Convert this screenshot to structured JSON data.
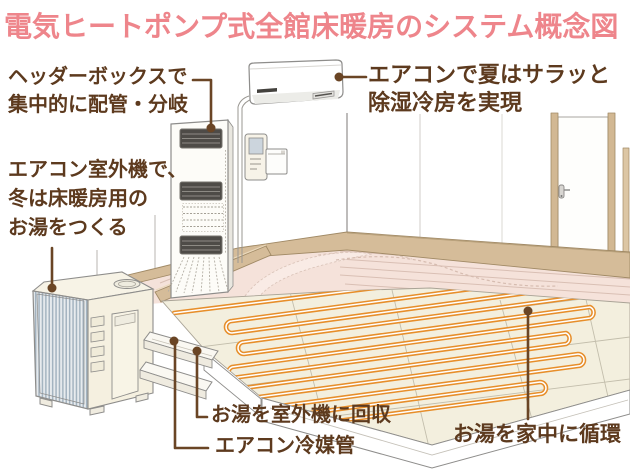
{
  "title": "電気ヒートポンプ式全館床暖房のシステム概念図",
  "annotations": {
    "header_box": "ヘッダーボックスで\n集中的に配管・分岐",
    "aircon_summer": "エアコンで夏はサラッと\n除湿冷房を実現",
    "outdoor_unit": "エアコン室外機で、\n冬は床暖房用の\nお湯をつくる",
    "hot_water_return": "お湯を室外機に回収",
    "refrigerant_pipe": "エアコン冷媒管",
    "hot_water_circulation": "お湯を家中に循環"
  },
  "colors": {
    "title_pink": "#ee858b",
    "label_brown": "#5d3a1e",
    "leader_brown": "#6a4525",
    "pipe_orange": "#e78e2a",
    "floor_pink": "#f5e2da",
    "wood_tan": "#d5bc99",
    "panel_cream": "#f3efde",
    "unit_cream": "#f6f2e4"
  }
}
